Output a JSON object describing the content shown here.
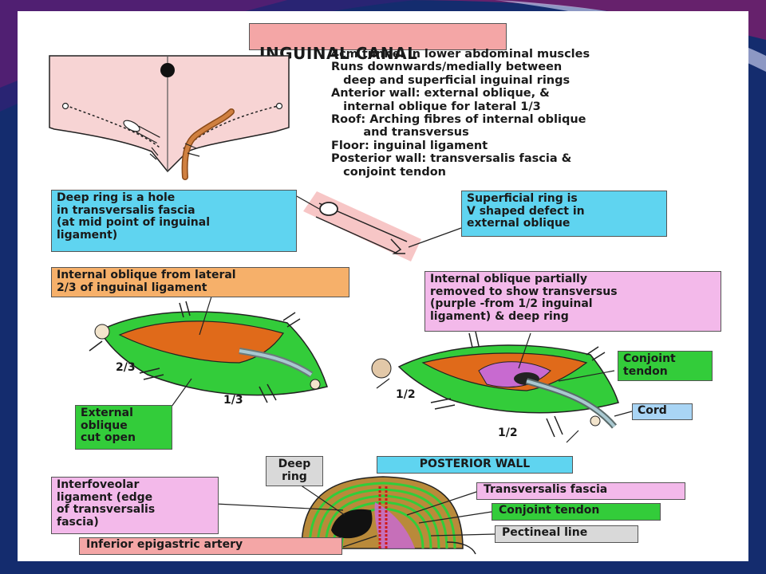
{
  "colors": {
    "frame": "#142c6e",
    "frame_accent": "#7a1f6b",
    "external_oblique": "#33cc3a",
    "internal_oblique": "#e06a1a",
    "transversus": "#c86ad0",
    "cyan_label": "#5fd4f0",
    "pink_label": "#f3b9ea"
  },
  "title": "INGUINAL CANAL",
  "notes": [
    "4cm tunnel in lower abdominal muscles",
    "Runs downwards/medially between",
    "   deep and superficial inguinal rings",
    "Anterior wall: external oblique, &",
    "   internal oblique for lateral 1/3",
    "Roof: Arching fibres of internal oblique",
    "        and transversus",
    "Floor: inguinal ligament",
    "Posterior wall: transversalis fascia &",
    "   conjoint tendon"
  ],
  "labels": {
    "deep_ring_hole": "Deep ring is a hole\nin transversalis fascia\n(at mid point of inguinal\nligament)",
    "superficial_ring": "Superficial ring is\nV shaped defect in\nexternal oblique",
    "internal_oblique_lateral": "Internal oblique from lateral\n2/3 of inguinal ligament",
    "internal_oblique_removed": "Internal oblique partially\nremoved to show transversus\n(purple -from 1/2 inguinal\nligament) & deep ring",
    "conjoint_tendon_top": "Conjoint\ntendon",
    "cord": "Cord",
    "external_oblique_cut": "External\noblique\ncut open",
    "fraction_2_3": "2/3",
    "fraction_1_3": "1/3",
    "fraction_1_2_left": "1/2",
    "fraction_1_2_bottom": "1/2",
    "posterior_wall": "POSTERIOR WALL",
    "deep_ring": "Deep\nring",
    "interfoveolar": "Interfoveolar\nligament (edge\nof transversalis\nfascia)",
    "transversalis_fascia": "Transversalis fascia",
    "conjoint_tendon_bottom": "Conjoint tendon",
    "pectineal_line": "Pectineal line",
    "inferior_epigastric": "Inferior epigastric artery"
  }
}
